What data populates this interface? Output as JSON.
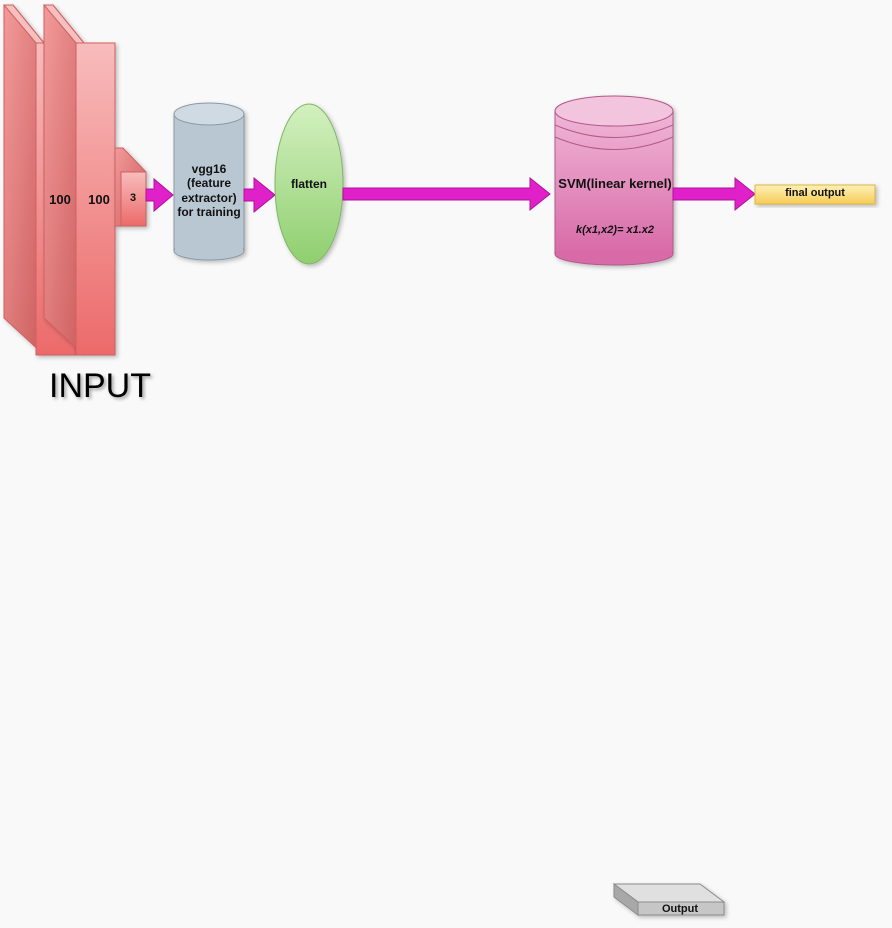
{
  "input_block": {
    "dims": [
      "100",
      "100",
      "3"
    ],
    "caption": "INPUT"
  },
  "nodes": {
    "vgg": "vgg16 (feature extractor) for training",
    "flatten": "flatten",
    "svm": "SVM(linear kernel)",
    "svm_formula": "k(x1,x2)= x1.x2",
    "final": "final output",
    "output_box": "Output"
  },
  "edges": [
    {
      "from": "input",
      "to": "vgg"
    },
    {
      "from": "vgg",
      "to": "flatten"
    },
    {
      "from": "flatten",
      "to": "svm"
    },
    {
      "from": "svm",
      "to": "final"
    }
  ],
  "colors": {
    "input_slab_face": "#ef7a7a",
    "input_slab_side": "#f8b6b6",
    "vgg_cylinder": "#b9c7d3",
    "flatten_ellipse": "#9fd783",
    "svm_cylinder": "#e07fb6",
    "arrow": "#e020c8",
    "final_output": "#fbd872",
    "output_box": "#cfcfcf"
  }
}
